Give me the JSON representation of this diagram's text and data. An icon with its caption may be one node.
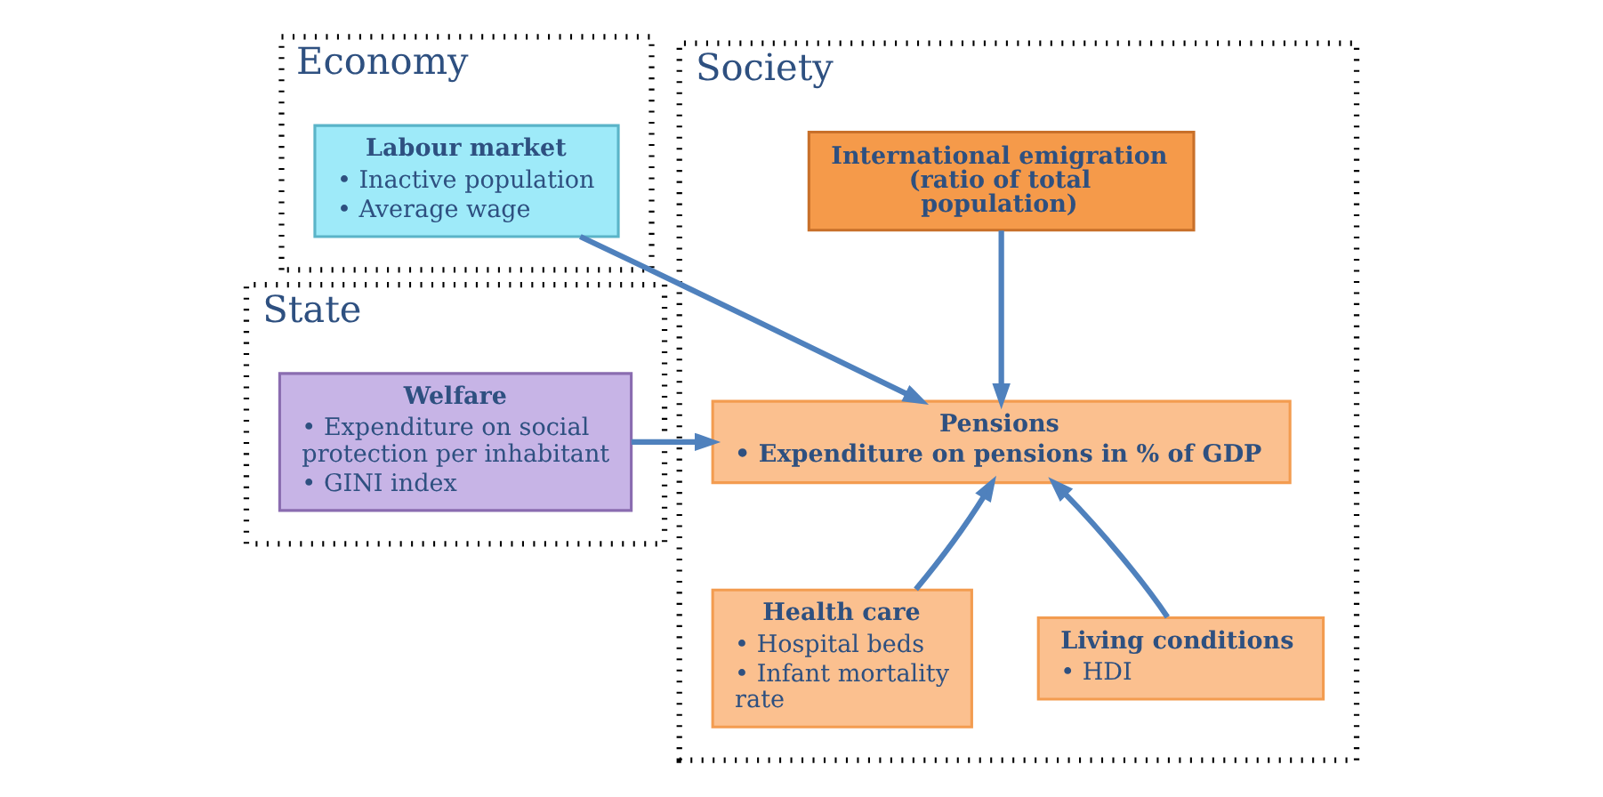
{
  "diagram": {
    "nodes": [
      {
        "text": [
          "Economy"
        ]
      },
      {
        "text": [
          "Labour market",
          "• Inactive population",
          "• Average wage"
        ],
        "in": 0
      },
      {
        "text": [
          "State"
        ]
      },
      {
        "text": [
          "Welfare",
          "• Expenditure on social protection per inhabitant",
          "• GINI index"
        ],
        "in": 2
      },
      {
        "text": [
          "Society"
        ]
      },
      {
        "text": [
          "International emigration (ratio of total population)"
        ],
        "in": 4
      },
      {
        "text": [
          "Pensions",
          "• Expenditure on pensions in % of GDP"
        ],
        "in": 4
      },
      {
        "text": [
          "Health care",
          "• Hospital beds",
          "• Infant mortality rate"
        ],
        "in": 4
      },
      {
        "text": [
          "Living conditions",
          "• HDI"
        ],
        "in": 4
      }
    ],
    "edges": [
      {
        "from": 1,
        "to": 6,
        "arrow": "to"
      },
      {
        "from": 3,
        "to": 6,
        "arrow": "to"
      },
      {
        "from": 5,
        "to": 6,
        "arrow": "to"
      },
      {
        "from": 7,
        "to": 6,
        "arrow": "to"
      },
      {
        "from": 8,
        "to": 6,
        "arrow": "to"
      }
    ]
  }
}
